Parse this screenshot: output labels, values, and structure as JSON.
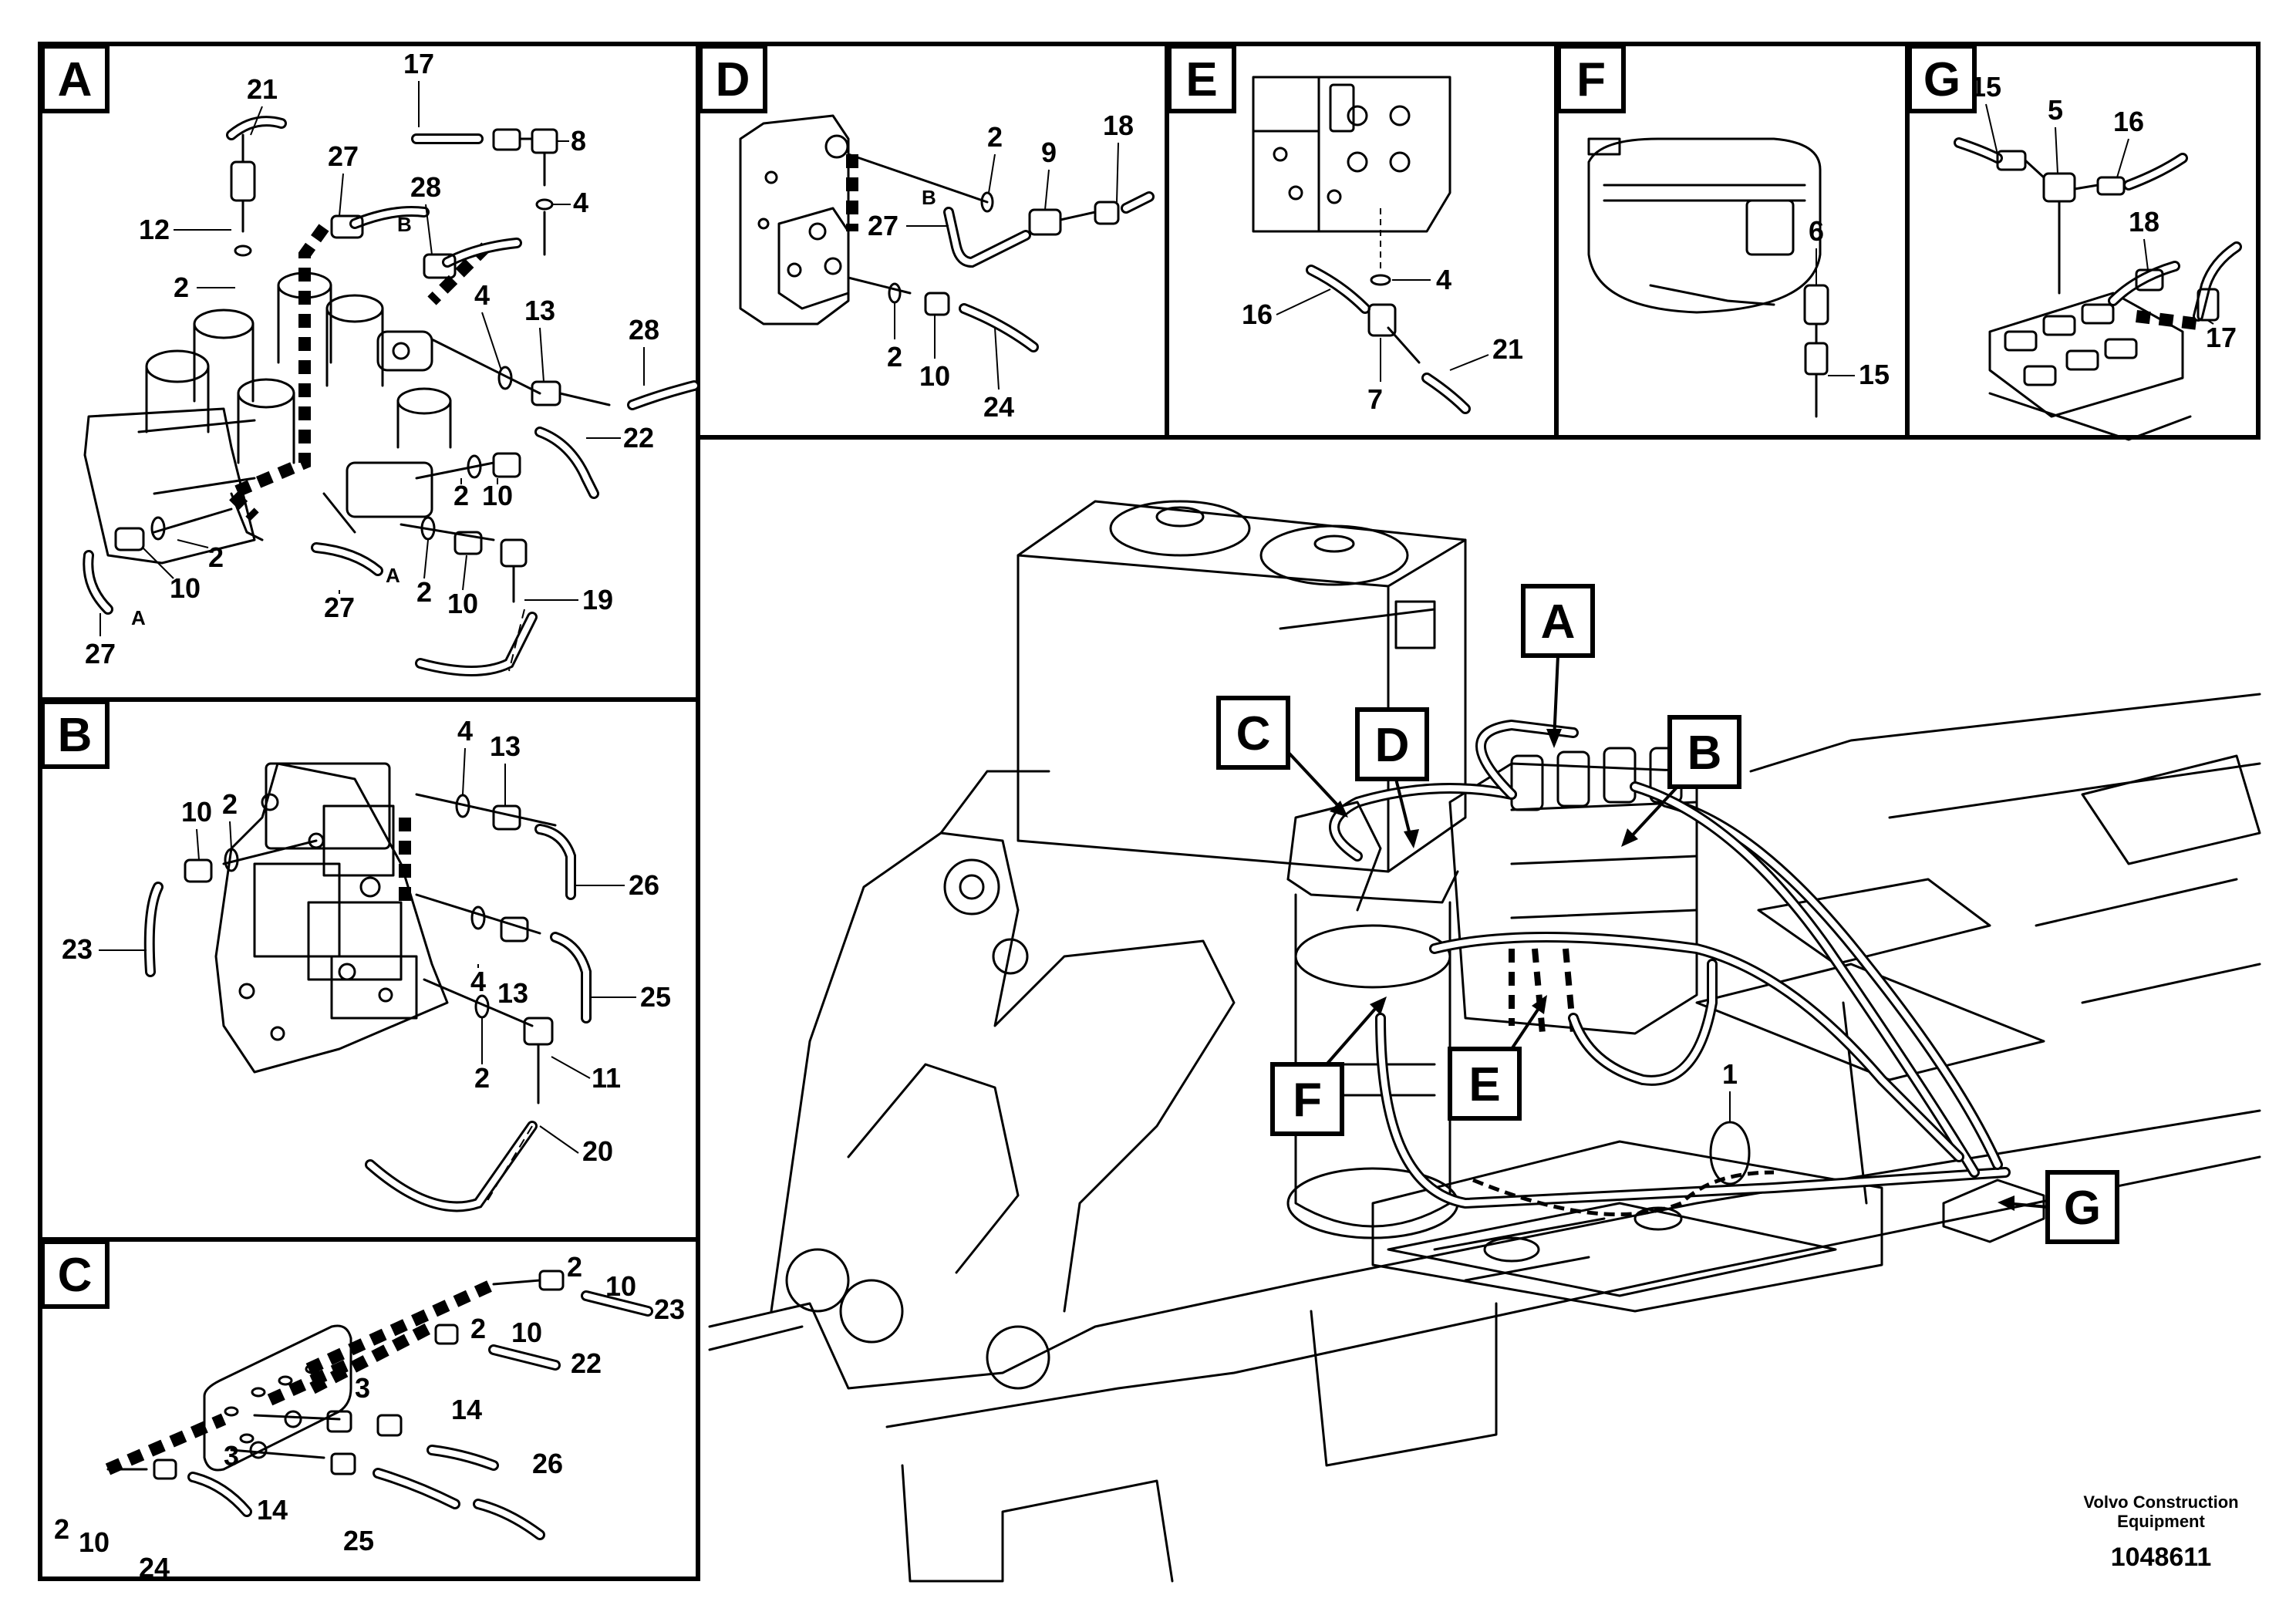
{
  "panels": {
    "A": {
      "letter": "A",
      "labels": [
        "21",
        "17",
        "8",
        "27",
        "B",
        "28",
        "4",
        "12",
        "2",
        "4",
        "13",
        "28",
        "22",
        "2",
        "10",
        "2",
        "10",
        "27",
        "A",
        "2",
        "10",
        "19",
        "27",
        "A"
      ]
    },
    "B": {
      "letter": "B",
      "labels": [
        "4",
        "13",
        "10",
        "2",
        "26",
        "23",
        "25",
        "4",
        "13",
        "2",
        "11",
        "20"
      ]
    },
    "C": {
      "letter": "C",
      "labels": [
        "2",
        "10",
        "2",
        "10",
        "23",
        "22",
        "3",
        "14",
        "3",
        "26",
        "2",
        "10",
        "14",
        "25",
        "24"
      ]
    },
    "D": {
      "letter": "D",
      "labels": [
        "2",
        "9",
        "18",
        "B",
        "27",
        "2",
        "10",
        "24"
      ]
    },
    "E": {
      "letter": "E",
      "labels": [
        "4",
        "16",
        "21",
        "7"
      ]
    },
    "F": {
      "letter": "F",
      "labels": [
        "6",
        "15"
      ]
    },
    "G": {
      "letter": "G",
      "labels": [
        "15",
        "5",
        "16",
        "18",
        "17"
      ]
    }
  },
  "main": {
    "callouts": [
      "A",
      "C",
      "D",
      "B",
      "F",
      "E",
      "G"
    ],
    "part_label": "1"
  },
  "footer": {
    "brand_line1": "Volvo Construction",
    "brand_line2": "Equipment",
    "drawing_number": "1048611"
  }
}
